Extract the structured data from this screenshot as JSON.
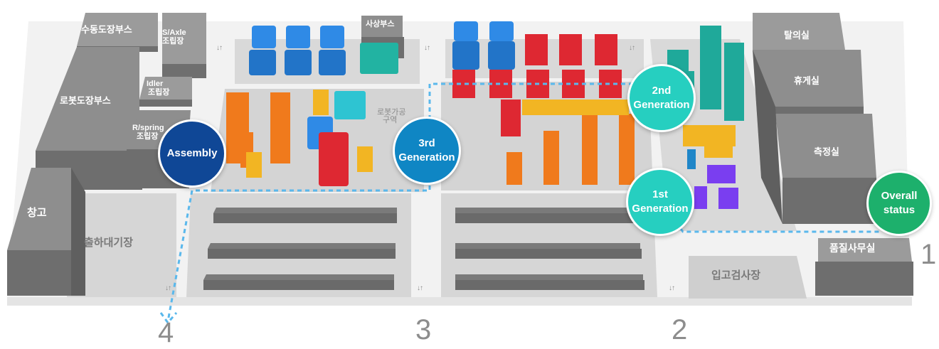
{
  "buildings": {
    "manual_paint_booth": "수동도장부스",
    "sa_axle_assembly_1": "S/Axle",
    "sa_axle_assembly_2": "조립장",
    "robot_paint_booth": "로봇도장부스",
    "idler_assembly_1": "Idler",
    "idler_assembly_2": "조립장",
    "r_spring_assembly_1": "R/spring",
    "r_spring_assembly_2": "조립장",
    "warehouse": "창고",
    "shipping_area": "출하대기장",
    "finishing_booth": "사상부스",
    "robot_machining_1": "로봇가공",
    "robot_machining_2": "구역",
    "changing_room": "탈의실",
    "break_room": "휴게실",
    "measurement_room": "측정실",
    "quality_office": "품질사무실",
    "receiving_inspection": "입고검사장"
  },
  "buttons": {
    "assembly": "Assembly",
    "gen3_line1": "3rd",
    "gen3_line2": "Generation",
    "gen2_line1": "2nd",
    "gen2_line2": "Generation",
    "gen1_line1": "1st",
    "gen1_line2": "Generation",
    "overall_line1": "Overall",
    "overall_line2": "status"
  },
  "zones": {
    "z1": "1",
    "z2": "2",
    "z3": "3",
    "z4": "4"
  },
  "door_arrows": "↓↑",
  "colors": {
    "assembly": "#0f4796",
    "gen3": "#0f86c4",
    "gen2": "#26cfc0",
    "gen1": "#26cfc0",
    "overall": "#1db06c",
    "path": "#5ab8ec",
    "building": "#7d7d7d"
  }
}
